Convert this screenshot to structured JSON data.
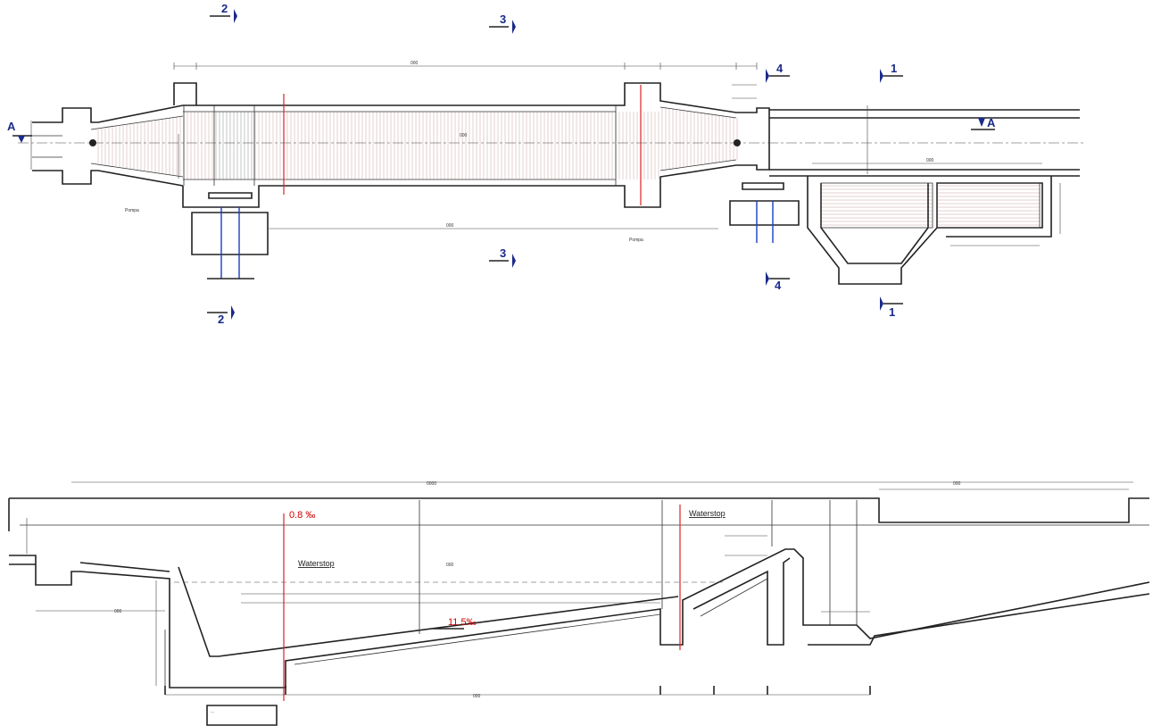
{
  "plan": {
    "section_marks": [
      {
        "id": "2top",
        "label": "2"
      },
      {
        "id": "3top",
        "label": "3"
      },
      {
        "id": "4top",
        "label": "4"
      },
      {
        "id": "1top",
        "label": "1"
      },
      {
        "id": "2bot",
        "label": "2"
      },
      {
        "id": "3bot",
        "label": "3"
      },
      {
        "id": "4bot",
        "label": "4"
      },
      {
        "id": "1bot",
        "label": "1"
      },
      {
        "id": "Aleft",
        "label": "A"
      },
      {
        "id": "Aright",
        "label": "A"
      }
    ]
  },
  "section": {
    "waterstop_1": "Waterstop",
    "waterstop_2": "Waterstop",
    "slope_1": "0.8 ‰",
    "slope_2": "11.5‰"
  }
}
